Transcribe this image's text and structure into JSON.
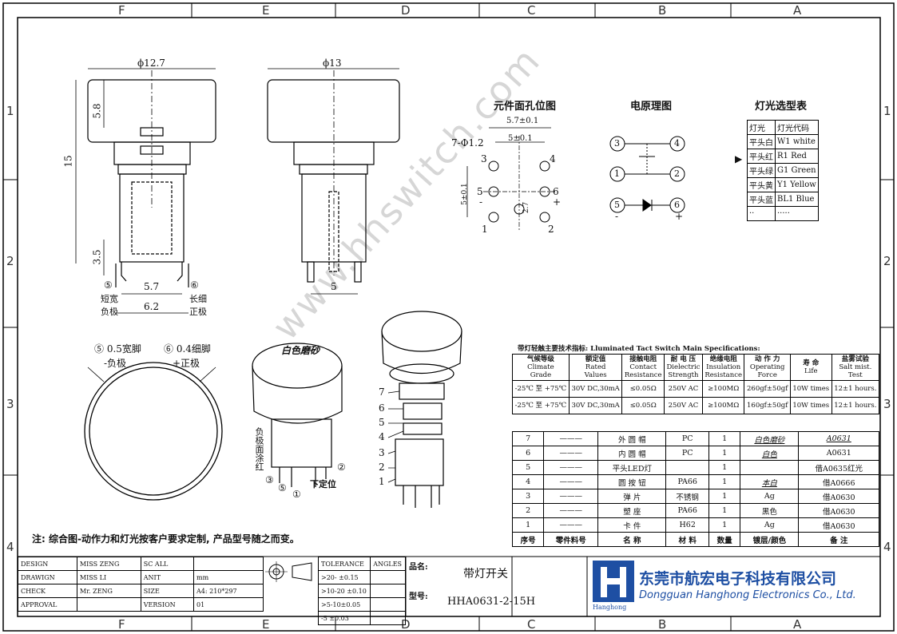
{
  "zones": {
    "top": [
      "F",
      "E",
      "D",
      "C",
      "B",
      "A"
    ],
    "side": [
      "1",
      "2",
      "3",
      "4"
    ]
  },
  "dims": {
    "cap_dia1": "ϕ12.7",
    "cap_dia2": "ϕ13",
    "h58": "5.8",
    "h15": "15",
    "h35": "3.5",
    "w57": "5.7",
    "w62": "6.2",
    "w5": "5",
    "pin5_label": "⑤",
    "pin6_label": "⑥",
    "pin5_desc1": "短宽",
    "pin5_desc2": "负极",
    "pin6_desc1": "长细",
    "pin6_desc2": "正极",
    "bottom_left": "⑤ 0.5宽脚",
    "bottom_left2": "-负极",
    "bottom_right": "⑥ 0.4细脚",
    "bottom_right2": "+正极"
  },
  "hole": {
    "title": "元件面孔位图",
    "w57": "5.7±0.1",
    "w5": "5±0.1",
    "holes": "7-Φ1.2",
    "h5": "5±0.1",
    "d27": "2.7",
    "p1": "1",
    "p2": "2",
    "p3": "3",
    "p4": "4",
    "p5": "5",
    "p6": "6",
    "plus": "+",
    "minus": "-"
  },
  "circuit": {
    "title": "电原理图",
    "n1": "1",
    "n2": "2",
    "n3": "3",
    "n4": "4",
    "n5": "5",
    "n6": "6",
    "minus": "-",
    "plus": "+"
  },
  "light_table": {
    "title": "灯光选型表",
    "header": [
      "灯光",
      "灯光代码"
    ],
    "rows": [
      [
        "平头白",
        "W1 white"
      ],
      [
        "平头红",
        "R1 Red"
      ],
      [
        "平头绿",
        "G1 Green"
      ],
      [
        "平头黄",
        "Y1 Yellow"
      ],
      [
        "平头蓝",
        "BL1 Blue"
      ],
      [
        "··",
        "·····"
      ]
    ]
  },
  "iso": {
    "cap_text": "白色磨砂",
    "side_text": "负极面涂红",
    "bottom_text": "下定位",
    "labels": [
      "③",
      "⑤",
      "①",
      "②"
    ],
    "exploded": [
      "7",
      "6",
      "5",
      "4",
      "3",
      "2",
      "1"
    ]
  },
  "spec": {
    "title": "带灯轻触主要技术指标: Lluminated Tact Switch Main Specifications:",
    "header": [
      [
        "气候等级",
        "Climate",
        "Grade"
      ],
      [
        "额定值",
        "Rated",
        "Values"
      ],
      [
        "接触电阻",
        "Contact",
        "Resistance"
      ],
      [
        "耐 电 压",
        "Dielectric",
        "Strength"
      ],
      [
        "绝缘电阻",
        "Insulation",
        "Resistance"
      ],
      [
        "动 作 力",
        "Operating",
        "Force"
      ],
      [
        "寿 命",
        "Life",
        ""
      ],
      [
        "盐雾试验",
        "Salt mist.",
        "Test"
      ]
    ],
    "rows": [
      [
        "-25℃ 至 +75℃",
        "30V DC,30mA",
        "≤0.05Ω",
        "250V AC",
        "≥100MΩ",
        "260gf±50gf",
        "10W times",
        "12±1 hours."
      ],
      [
        "-25℃ 至 +75℃",
        "30V DC,30mA",
        "≤0.05Ω",
        "250V AC",
        "≥100MΩ",
        "160gf±50gf",
        "10W times",
        "12±1 hours."
      ]
    ]
  },
  "bom": {
    "rows": [
      [
        "7",
        "———",
        "外 圆 帽",
        "PC",
        "1",
        "白色磨砂",
        "A0631"
      ],
      [
        "6",
        "———",
        "内 圆 帽",
        "PC",
        "1",
        "白色",
        "A0631"
      ],
      [
        "5",
        "———",
        "平头LED灯",
        "",
        "1",
        "",
        "借A0635红光"
      ],
      [
        "4",
        "———",
        "圆 按 钮",
        "PA66",
        "1",
        "本白",
        "借A0666"
      ],
      [
        "3",
        "———",
        "弹 片",
        "不锈钢",
        "1",
        "Ag",
        "借A0630"
      ],
      [
        "2",
        "———",
        "塑 座",
        "PA66",
        "1",
        "黑色",
        "借A0630"
      ],
      [
        "1",
        "———",
        "卡 件",
        "H62",
        "1",
        "Ag",
        "借A0630"
      ]
    ],
    "header": [
      "序号",
      "零件料号",
      "名 称",
      "材 料",
      "数量",
      "镀层/颜色",
      "备 注"
    ]
  },
  "note": "注: 综合图-动作力和灯光按客户要求定制, 产品型号随之而变。",
  "title_block": {
    "r1": [
      "DESIGN",
      "MISS ZENG",
      "SC ALL",
      ""
    ],
    "r2": [
      "DRAWIGN",
      "MISS LI",
      "ANIT",
      "mm"
    ],
    "r3": [
      "CHECK",
      "Mr. ZENG",
      "SIZE",
      "A4: 210*297"
    ],
    "r4": [
      "APPROVAL",
      "",
      "VERSION",
      "01"
    ],
    "tolerance": "TOLERANCE",
    "angles": "ANGLES",
    "tol": [
      ">20-  ±0.15",
      ">10-20  ±0.10",
      ">5-10±0.05",
      "-5   ±0.03"
    ],
    "name_label": "品名:",
    "name": "带灯开关",
    "model_label": "型号:",
    "model": "HHA0631-2-15H",
    "company_cn": "东莞市航宏电子科技有限公司",
    "company_en": "Dongguan Hanghong Electronics Co., Ltd.",
    "logo_text": "Hanghong"
  },
  "watermark": "www.hhswitch.com"
}
